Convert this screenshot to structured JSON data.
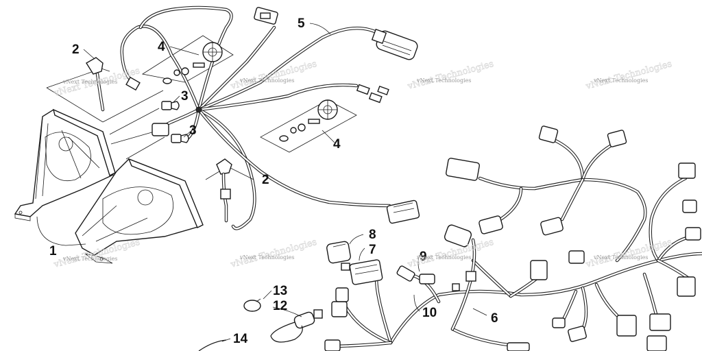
{
  "diagram": {
    "callouts": [
      "1",
      "2",
      "2",
      "3",
      "3",
      "4",
      "4",
      "5",
      "6",
      "7",
      "8",
      "9",
      "10",
      "12",
      "13",
      "14"
    ],
    "watermark": "vNext Technologies"
  }
}
